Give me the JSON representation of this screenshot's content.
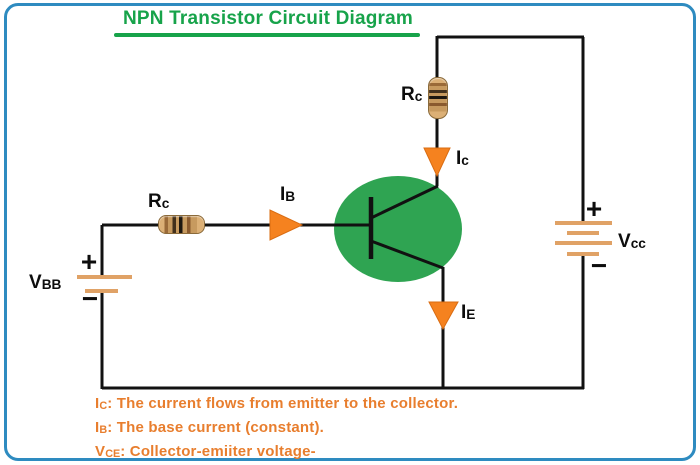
{
  "title": {
    "text": "NPN Transistor Circuit Diagram"
  },
  "colors": {
    "border_blue": "#2E8BC0",
    "title_green": "#17A34A",
    "transistor_green": "#2FA452",
    "arrow_orange": "#F5821F",
    "arrow_orange_edge": "#D96C12",
    "battery_plate_orange": "#E0A266",
    "note_orange": "#E87E2E",
    "wire_black": "#111111"
  },
  "circuit": {
    "labels": {
      "rc_left": {
        "main": "R",
        "sub": "c"
      },
      "ib": {
        "main": "I",
        "sub": "B"
      },
      "rc_top": {
        "main": "R",
        "sub": "c"
      },
      "ic": {
        "main": "I",
        "sub": "c"
      },
      "ie": {
        "main": "I",
        "sub": "E"
      },
      "vbb": {
        "main": "V",
        "sub": "BB"
      },
      "vcc": {
        "main": "V",
        "sub": "cc"
      }
    },
    "battery_vbb": {
      "plus": "+",
      "minus": "−"
    },
    "battery_vcc": {
      "plus": "+",
      "minus": "−"
    }
  },
  "notes": [
    {
      "main": "I",
      "sub": "C",
      "text": ": The current flows from emitter to the collector."
    },
    {
      "main": "I",
      "sub": "B",
      "text": ": The base current (constant)."
    },
    {
      "main": "V",
      "sub": "CE",
      "text": ": Collector-emiiter voltage-"
    }
  ]
}
